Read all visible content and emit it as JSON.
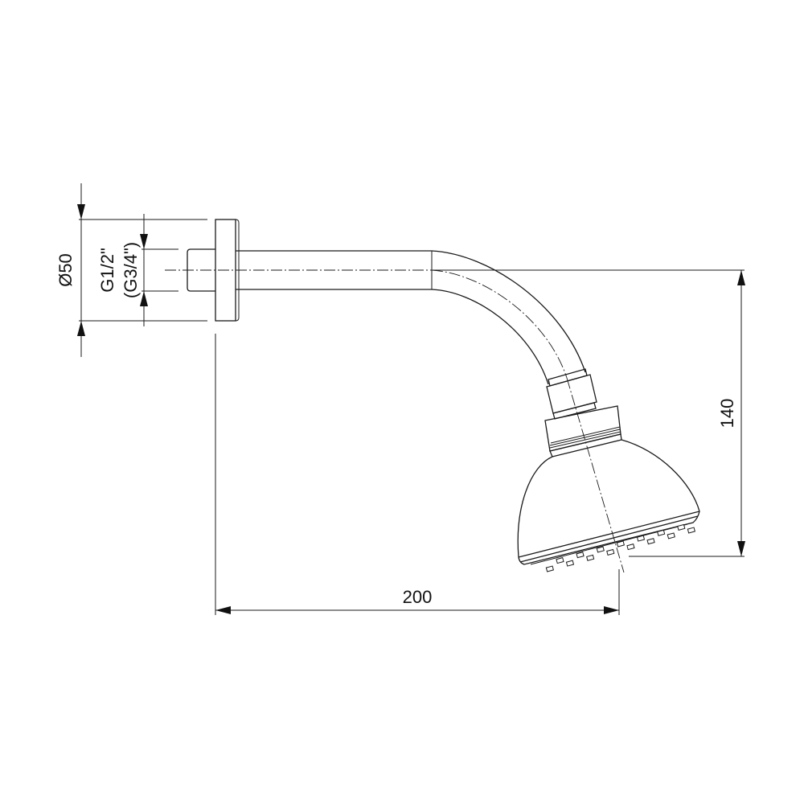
{
  "drawing": {
    "subject": "Wall-mounted shower arm with shower head",
    "units": "mm",
    "line_color": "#1a1a1a",
    "background": "#ffffff"
  },
  "dimensions": {
    "flange_diameter": {
      "label": "Ø50",
      "value": 50
    },
    "thread_primary": {
      "label": "G1/2\""
    },
    "thread_alternate": {
      "label": "(G3/4\")"
    },
    "projection": {
      "label": "200",
      "value": 200
    },
    "drop": {
      "label": "140",
      "value": 140
    }
  },
  "parts": [
    "wall-flange",
    "threaded-connector",
    "straight-arm",
    "curved-bend",
    "swivel-nut",
    "ball-joint-collar",
    "shower-head-dome",
    "spray-face-nozzles"
  ]
}
